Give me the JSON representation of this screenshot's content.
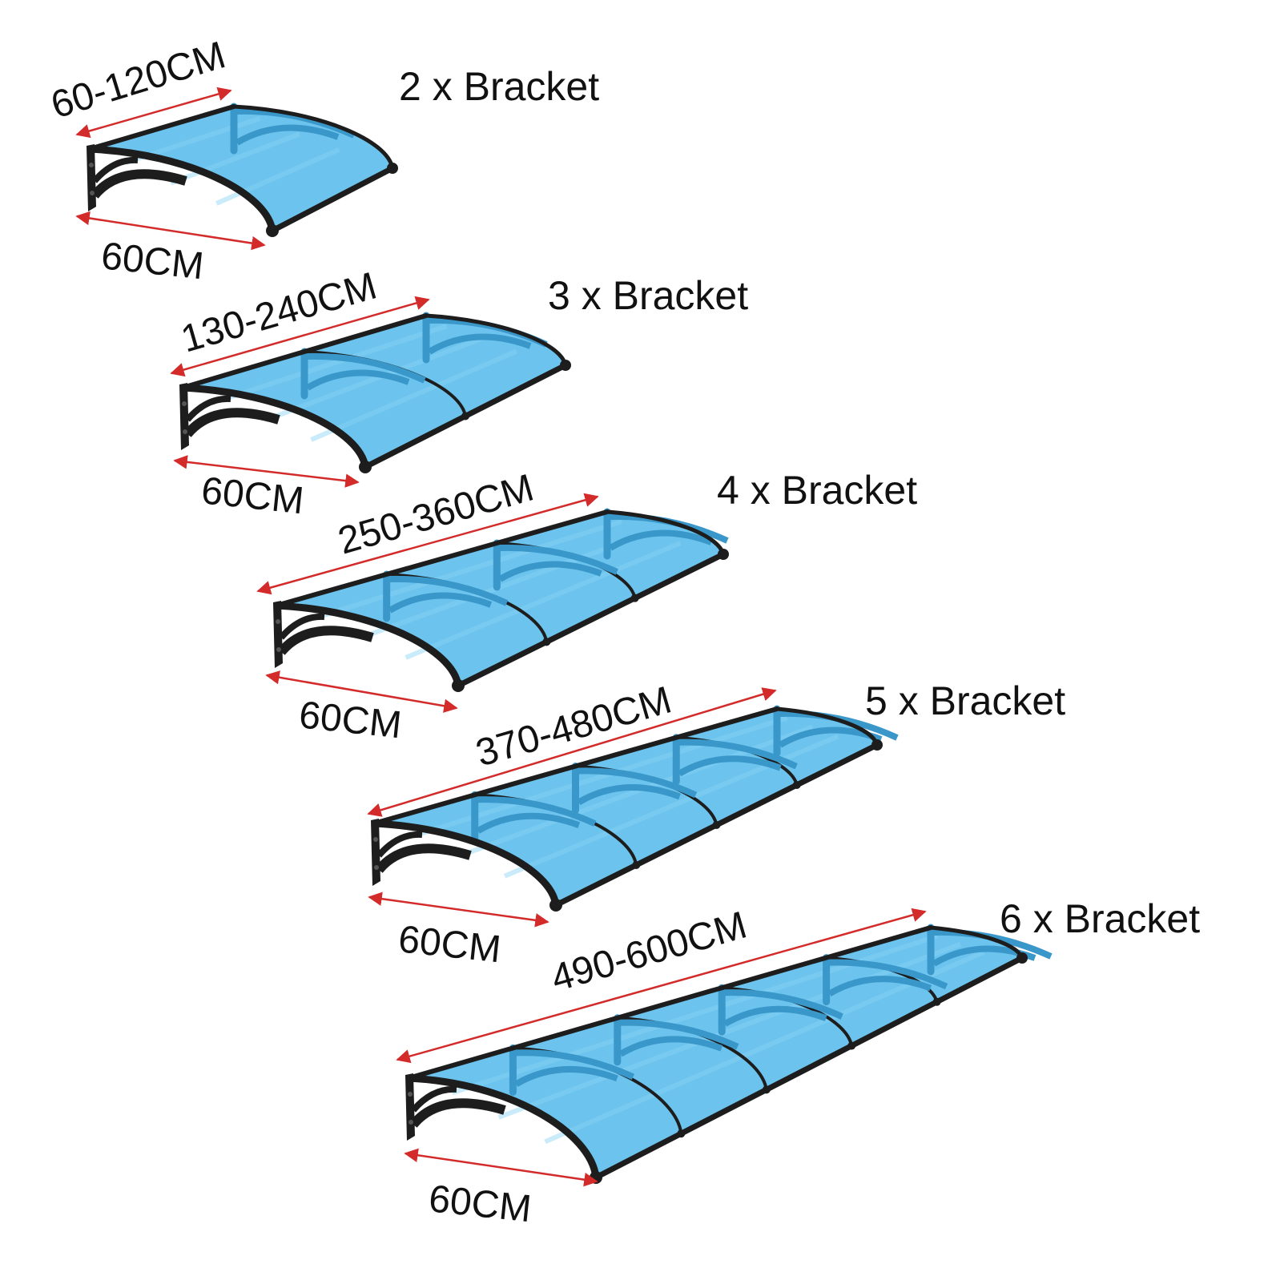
{
  "colors": {
    "panel": "#6cc4ee",
    "panel_light": "#8ad2f4",
    "panel_dark": "#3a97c9",
    "frame": "#1d1d1d",
    "dimension_arrow": "#d32a2a",
    "text": "#111111"
  },
  "awnings": [
    {
      "bracket_label": "2 x Bracket",
      "width_label": "60-120CM",
      "depth_label": "60CM",
      "brackets": 2
    },
    {
      "bracket_label": "3 x Bracket",
      "width_label": "130-240CM",
      "depth_label": "60CM",
      "brackets": 3
    },
    {
      "bracket_label": "4 x Bracket",
      "width_label": "250-360CM",
      "depth_label": "60CM",
      "brackets": 4
    },
    {
      "bracket_label": "5 x Bracket",
      "width_label": "370-480CM",
      "depth_label": "60CM",
      "brackets": 5
    },
    {
      "bracket_label": "6 x Bracket",
      "width_label": "490-600CM",
      "depth_label": "60CM",
      "brackets": 6
    }
  ]
}
